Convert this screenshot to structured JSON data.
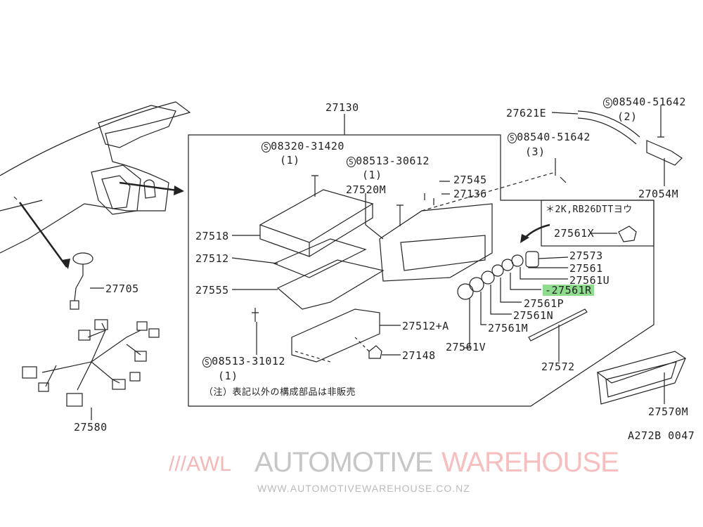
{
  "diagram": {
    "assembly_label": "27130",
    "fasteners": [
      {
        "code": "08320-31420",
        "qty": "(1)"
      },
      {
        "code": "08513-30612",
        "qty": "(1)"
      },
      {
        "code": "08513-31012",
        "qty": "(1)"
      },
      {
        "code": "08540-51642",
        "qty": "(2)"
      },
      {
        "code": "08540-51642",
        "qty": "(3)"
      }
    ],
    "fastener_symbol": "S",
    "parts": {
      "p27545": "27545",
      "p27136": "27136",
      "p27520M": "27520M",
      "p27518": "27518",
      "p27512": "27512",
      "p27555": "27555",
      "p27512A": "27512+A",
      "p27148": "27148",
      "p27621E": "27621E",
      "p27054M": "27054M",
      "p27573": "27573",
      "p27561": "27561",
      "p27561U": "27561U",
      "p27561R": "27561R",
      "p27561P": "27561P",
      "p27561N": "27561N",
      "p27561M": "27561M",
      "p27561V": "27561V",
      "p27572": "27572",
      "p27570M": "27570M",
      "p27705": "27705",
      "p27580": "27580",
      "p27561X": "27561X"
    },
    "inset_note": "＊2K,RB26DTTヨウ",
    "footnote": "（注）表記以外の構成部品は非販売",
    "figure_code": "A272B 0047",
    "highlight_color": "#8fdc8f"
  },
  "watermark": {
    "logo": "///AWL",
    "name_part1": "AUTOMOTIVE",
    "name_part2": "WAREHOUSE",
    "url": "WWW.AUTOMOTIVEWAREHOUSE.CO.NZ"
  }
}
